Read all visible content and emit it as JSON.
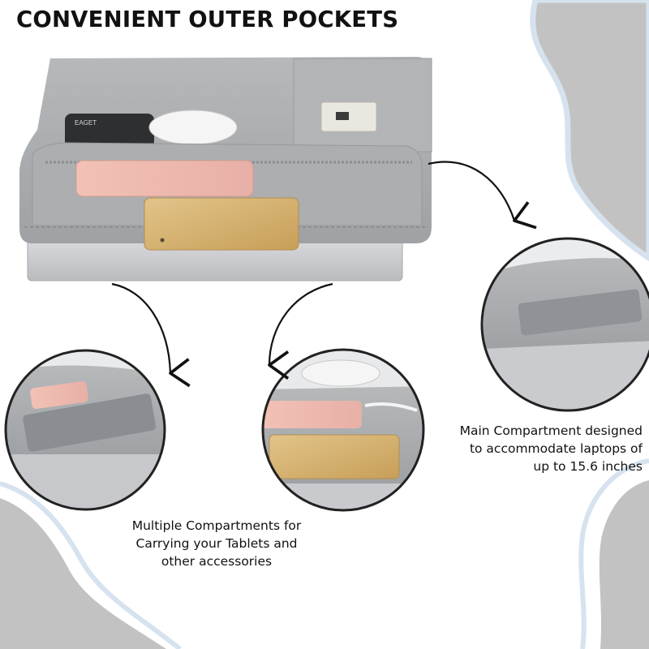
{
  "headline": "CONVENIENT OUTER POCKETS",
  "features": {
    "main_compartment": {
      "line1": "Main Compartment designed",
      "line2": "to accommodate laptops of",
      "line3": "up to 15.6 inches"
    },
    "multiple_compartments": {
      "line1": "Multiple Compartments for",
      "line2": "Carrying your Tablets and",
      "line3": "other accessories"
    }
  },
  "product_labels": {
    "power_bank_brand": "EAGET"
  },
  "colors": {
    "accent_blob": "#c2c2c2",
    "accent_outline": "#d6e2ee",
    "fabric": "#a9abad",
    "text": "#111111"
  },
  "icons": [
    "curved-arrow-icon",
    "curved-arrow-icon",
    "curved-arrow-icon"
  ]
}
